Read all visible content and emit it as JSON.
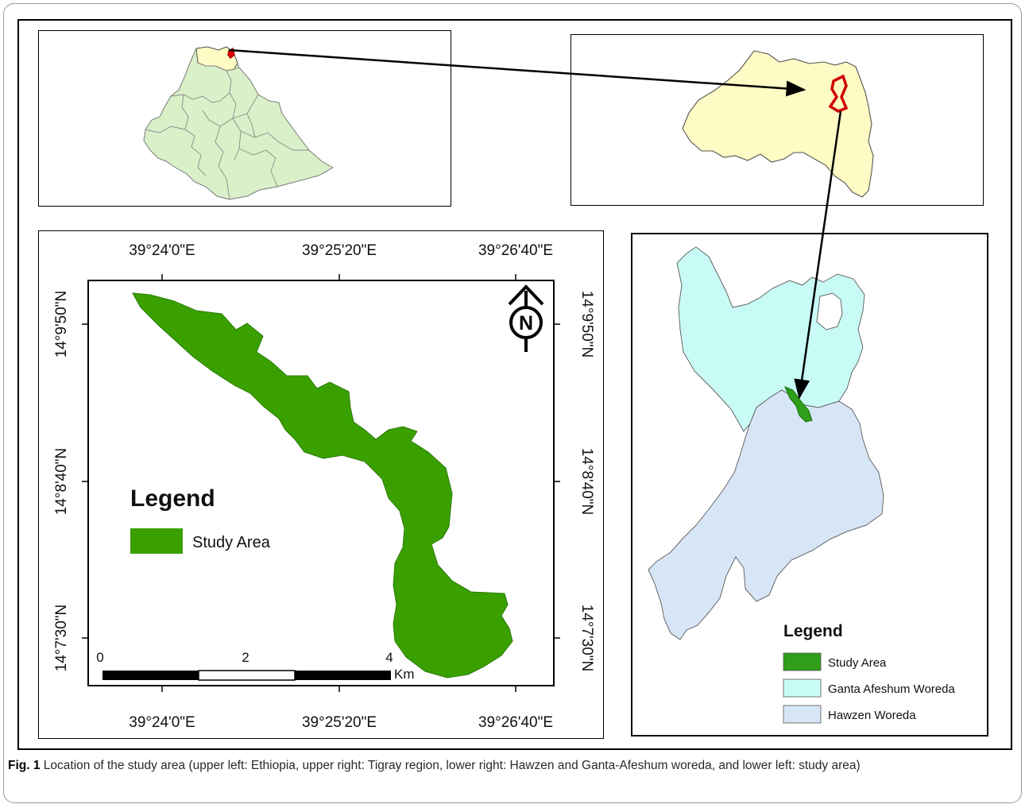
{
  "caption": {
    "label": "Fig. 1",
    "text": "Location of the study area (upper left: Ethiopia, upper right: Tigray region, lower right: Hawzen and Ganta-Afeshum woreda, and lower left: study area)"
  },
  "study_map": {
    "lon_labels": [
      "39°24'0\"E",
      "39°25'20\"E",
      "39°26'40\"E"
    ],
    "lat_labels": [
      "14°9'50\"N",
      "14°8'40\"N",
      "14°7'30\"N"
    ],
    "north_label": "N",
    "legend_title": "Legend",
    "legend_items": [
      {
        "label": "Study Area",
        "color": "#39a000"
      }
    ],
    "scale": {
      "ticks": [
        "0",
        "2",
        "4"
      ],
      "unit": "Km"
    }
  },
  "woreda_map": {
    "legend_title": "Legend",
    "legend_items": [
      {
        "label": "Study Area",
        "color": "#2f9e1a"
      },
      {
        "label": "Ganta Afeshum Woreda",
        "color": "#c8fbf5"
      },
      {
        "label": "Hawzen Woreda",
        "color": "#d7e6f7"
      }
    ]
  },
  "colors": {
    "ethiopia_fill": "#d9f0c8",
    "tigray_fill": "#fefbc4",
    "highlight": "#e00000",
    "study_green": "#39a000"
  }
}
